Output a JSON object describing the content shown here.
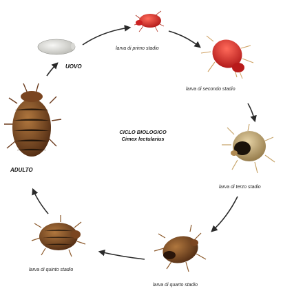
{
  "diagram": {
    "center_title": "CICLO BIOLOGICO",
    "center_subtitle": "Cimex lectularius",
    "stages": {
      "egg": "UOVO",
      "adult": "ADULTO",
      "larva1": "larva di primo stadio",
      "larva2": "larva di secondo stadio",
      "larva3": "larva di terzo stadio",
      "larva4": "larva di quarto stadio",
      "larva5": "larva di quinto stadio"
    },
    "colors": {
      "arrow": "#2a2a2a",
      "larva_red": "#d42a2a",
      "bug_brown": "#6b3a1c"
    }
  }
}
